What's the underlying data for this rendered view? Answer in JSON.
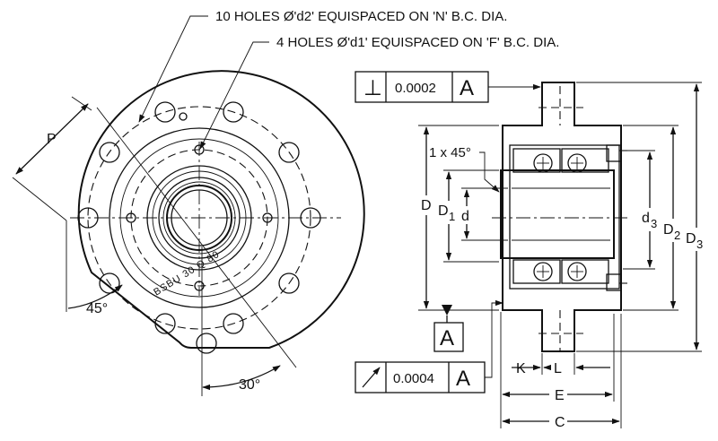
{
  "notes": {
    "holes_d2": "10 HOLES Ø'd2' EQUISPACED ON 'N' B.C. DIA.",
    "holes_d1": "4 HOLES Ø'd1' EQUISPACED ON 'F' B.C. DIA."
  },
  "front_view": {
    "dim_p": "P",
    "angle_45": "45°",
    "angle_30": "30°",
    "engraving": "BSBU 30 Q 80"
  },
  "section_view": {
    "chamfer": "1 x 45°",
    "dim_D": "D",
    "dim_D1": "D",
    "dim_D1_sub": "1",
    "dim_d": "d",
    "dim_d3": "d",
    "dim_d3_sub": "3",
    "dim_D2": "D",
    "dim_D2_sub": "2",
    "dim_D3": "D",
    "dim_D3_sub": "3",
    "dim_K": "K",
    "dim_L": "L",
    "dim_E": "E",
    "dim_C": "C"
  },
  "tolerances": {
    "perpendicularity": {
      "symbol": "⊥",
      "value": "0.0002",
      "datum": "A"
    },
    "runout": {
      "value": "0.0004",
      "datum": "A"
    },
    "datum_label": "A"
  }
}
